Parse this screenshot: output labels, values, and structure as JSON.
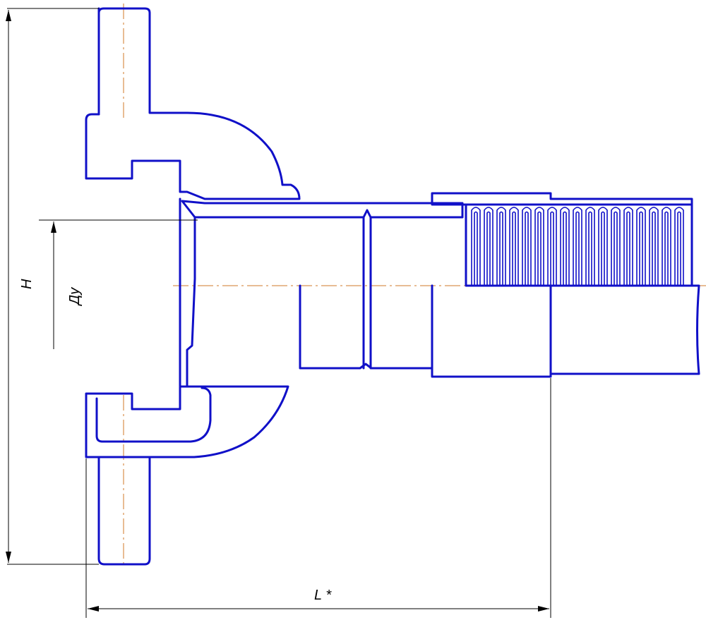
{
  "drawing": {
    "labels": {
      "height": "H",
      "nominal_bore": "Ду",
      "length": "L *"
    },
    "colors": {
      "contour": "#1010c8",
      "dimension": "#000000",
      "axis": "#d07a2a",
      "background": "#ffffff"
    },
    "parts": [
      "coupling-head",
      "lug",
      "nipple",
      "ferrule",
      "corrugated-hose",
      "braid"
    ]
  }
}
